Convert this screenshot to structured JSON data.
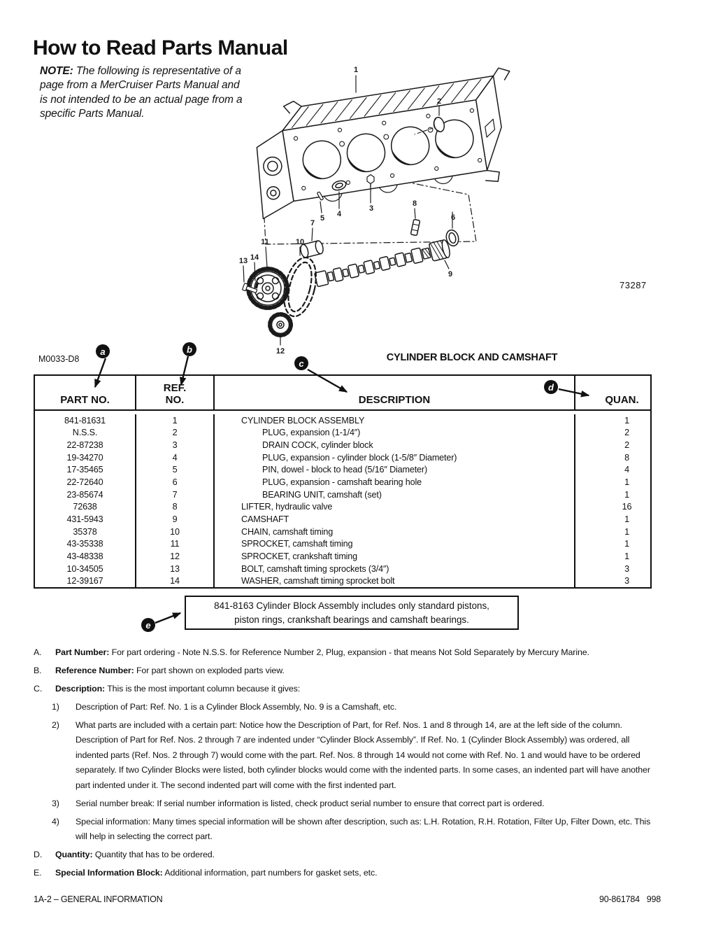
{
  "page": {
    "title": "How to Read Parts Manual",
    "note": {
      "label": "NOTE:",
      "text": " The following is representative of a page from a MerCruiser Parts Manual and is not intended to be an actual page from a specific Parts Manual."
    },
    "doc_code": "M0033-D8",
    "section_title": "CYLINDER BLOCK AND CAMSHAFT",
    "figure": {
      "number": "73287",
      "callouts": [
        "1",
        "2",
        "3",
        "4",
        "5",
        "6",
        "7",
        "8",
        "9",
        "10",
        "11",
        "12",
        "13",
        "14"
      ]
    },
    "callout_letters": [
      "a",
      "b",
      "c",
      "d",
      "e"
    ],
    "table": {
      "headers": [
        "PART NO.",
        "REF.\nNO.",
        "DESCRIPTION",
        "QUAN."
      ],
      "rows": [
        {
          "part": "841-81631",
          "ref": "1",
          "desc": "CYLINDER BLOCK ASSEMBLY",
          "quan": "1",
          "indent": false
        },
        {
          "part": "N.S.S.",
          "ref": "2",
          "desc": "PLUG, expansion (1-1/4″)",
          "quan": "2",
          "indent": true
        },
        {
          "part": "22-87238",
          "ref": "3",
          "desc": "DRAIN COCK, cylinder block",
          "quan": "2",
          "indent": true
        },
        {
          "part": "19-34270",
          "ref": "4",
          "desc": "PLUG, expansion - cylinder block (1-5/8″ Diameter)",
          "quan": "8",
          "indent": true
        },
        {
          "part": "17-35465",
          "ref": "5",
          "desc": "PIN, dowel - block to head (5/16″ Diameter)",
          "quan": "4",
          "indent": true
        },
        {
          "part": "22-72640",
          "ref": "6",
          "desc": "PLUG, expansion - camshaft bearing hole",
          "quan": "1",
          "indent": true
        },
        {
          "part": "23-85674",
          "ref": "7",
          "desc": "BEARING UNIT, camshaft (set)",
          "quan": "1",
          "indent": true
        },
        {
          "part": "72638",
          "ref": "8",
          "desc": "LIFTER, hydraulic valve",
          "quan": "16",
          "indent": false
        },
        {
          "part": "431-5943",
          "ref": "9",
          "desc": "CAMSHAFT",
          "quan": "1",
          "indent": false
        },
        {
          "part": "35378",
          "ref": "10",
          "desc": "CHAIN, camshaft timing",
          "quan": "1",
          "indent": false
        },
        {
          "part": "43-35338",
          "ref": "11",
          "desc": "SPROCKET, camshaft timing",
          "quan": "1",
          "indent": false
        },
        {
          "part": "43-48338",
          "ref": "12",
          "desc": "SPROCKET, crankshaft timing",
          "quan": "1",
          "indent": false
        },
        {
          "part": "10-34505",
          "ref": "13",
          "desc": "BOLT, camshaft timing sprockets (3/4″)",
          "quan": "3",
          "indent": false
        },
        {
          "part": "12-39167",
          "ref": "14",
          "desc": "WASHER, camshaft timing sprocket bolt",
          "quan": "3",
          "indent": false
        }
      ]
    },
    "special_info_box": {
      "line1": "841-8163 Cylinder Block Assembly includes only standard pistons,",
      "line2": "piston rings, crankshaft bearings and camshaft bearings."
    },
    "legend": {
      "items": [
        {
          "letter": "A.",
          "label": "Part Number:",
          "text": " For part ordering - Note N.S.S. for Reference Number 2, Plug, expansion - that means Not Sold Separately by Mercury Marine."
        },
        {
          "letter": "B.",
          "label": "Reference Number:",
          "text": " For part shown on exploded parts view."
        },
        {
          "letter": "C.",
          "label": "Description:",
          "text": " This is the most important column because it gives:"
        }
      ],
      "c_subitems": [
        {
          "num": "1)",
          "text": "Description of Part: Ref. No. 1 is a Cylinder Block Assembly, No. 9 is a Camshaft, etc."
        },
        {
          "num": "2)",
          "text": "What parts are included with a certain part: Notice how the Description of Part, for Ref. Nos. 1 and 8 through 14, are at the left side of the column. Description of Part for Ref. Nos. 2 through 7 are indented under “Cylinder Block Assembly”. If Ref. No. 1 (Cylinder Block Assembly) was ordered, all indented parts (Ref. Nos. 2 through 7) would come with the part. Ref. Nos. 8 through 14 would not come with Ref. No. 1 and would have to be ordered separately. If two Cylinder Blocks were listed, both cylinder blocks would come with the indented parts. In some cases, an indented part will have another part indented under it. The second indented part will come with the first indented part."
        },
        {
          "num": "3)",
          "text": "Serial number break: If serial number information is listed, check product serial number to ensure that correct part is ordered."
        },
        {
          "num": "4)",
          "text": "Special information: Many times special information will be shown after description, such as: L.H. Rotation, R.H. Rotation, Filter Up, Filter Down, etc. This will help in selecting the correct part."
        }
      ],
      "items2": [
        {
          "letter": "D.",
          "label": "Quantity:",
          "text": " Quantity that has to be ordered."
        },
        {
          "letter": "E.",
          "label": "Special Information Block:",
          "text": " Additional information, part numbers for gasket sets, etc."
        }
      ]
    },
    "footer": {
      "left": "1A-2 – GENERAL INFORMATION",
      "right": "90-861784   998"
    }
  }
}
